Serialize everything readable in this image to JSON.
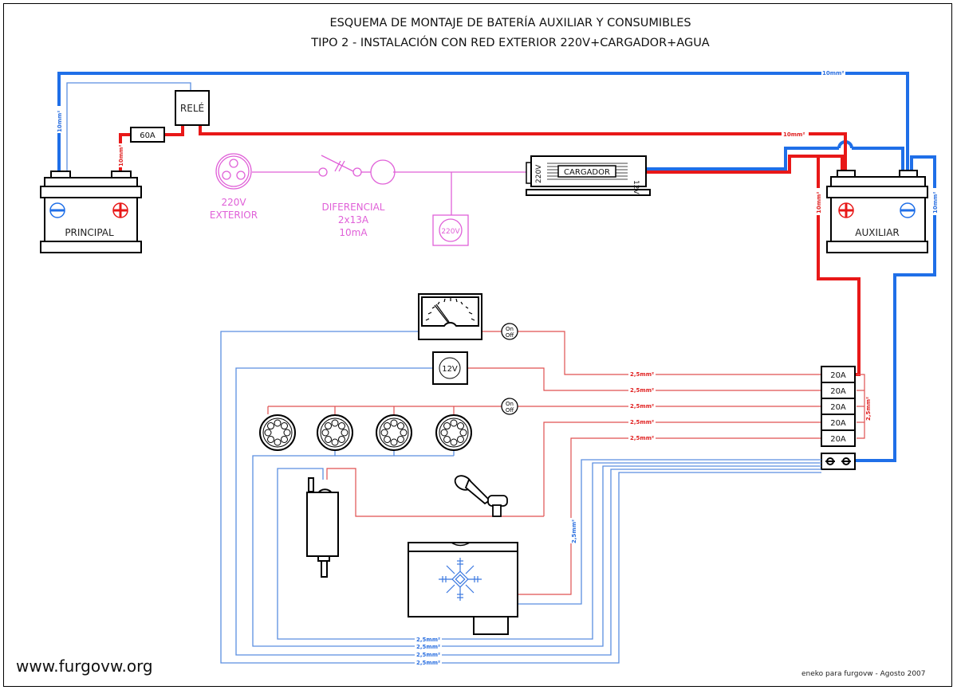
{
  "title": {
    "line1": "ESQUEMA DE MONTAJE DE BATERÍA AUXILIAR Y CONSUMIBLES",
    "line2": "TIPO 2 - INSTALACIÓN CON RED EXTERIOR 220V+CARGADOR+AGUA"
  },
  "colors": {
    "positive": "#e81818",
    "negative": "#1f6fe8",
    "ac": "#e060d8",
    "thin_positive": "#e05050",
    "thin_negative": "#5a8ee0"
  },
  "components": {
    "battery_main": {
      "label": "PRINCIPAL",
      "neg_icon": "minus-icon",
      "pos_icon": "plus-icon"
    },
    "battery_aux": {
      "label": "AUXILIAR",
      "neg_icon": "minus-icon",
      "pos_icon": "plus-icon"
    },
    "relay": {
      "label": "RELÉ"
    },
    "main_fuse": {
      "label": "60A"
    },
    "ext_socket": {
      "line1": "220V",
      "line2": "EXTERIOR"
    },
    "differential": {
      "line1": "DIFERENCIAL",
      "line2": "2x13A",
      "line3": "10mA"
    },
    "outlet_220": {
      "label": "220V"
    },
    "charger": {
      "label": "CARGADOR",
      "input": "220V",
      "output": "12V"
    },
    "voltmeter": {
      "label": "12V"
    },
    "switch_label": {
      "on": "On",
      "off": "Off"
    },
    "fuse_block": {
      "fuses": [
        "20A",
        "20A",
        "20A",
        "20A",
        "20A"
      ]
    }
  },
  "wires": {
    "main_neg_vertical": "10mm²",
    "main_neg_top": "10mm²",
    "main_pos_fuse": "10mm²",
    "relay_to_aux": "10mm²",
    "aux_pos_to_fuses": "10mm²",
    "aux_neg_to_ground": "10mm²",
    "fuse_bridge": "2,5mm²",
    "fuse_lines": [
      "2,5mm²",
      "2,5mm²",
      "2,5mm²",
      "2,5mm²",
      "2,5mm²"
    ],
    "fridge_neg": "2,5mm²",
    "bottom_lines": [
      "2,5mm²",
      "2,5mm²",
      "2,5mm²",
      "2,5mm²"
    ]
  },
  "footer": {
    "site": "www.furgovw.org",
    "credit": "eneko para furgovw - Agosto 2007"
  }
}
